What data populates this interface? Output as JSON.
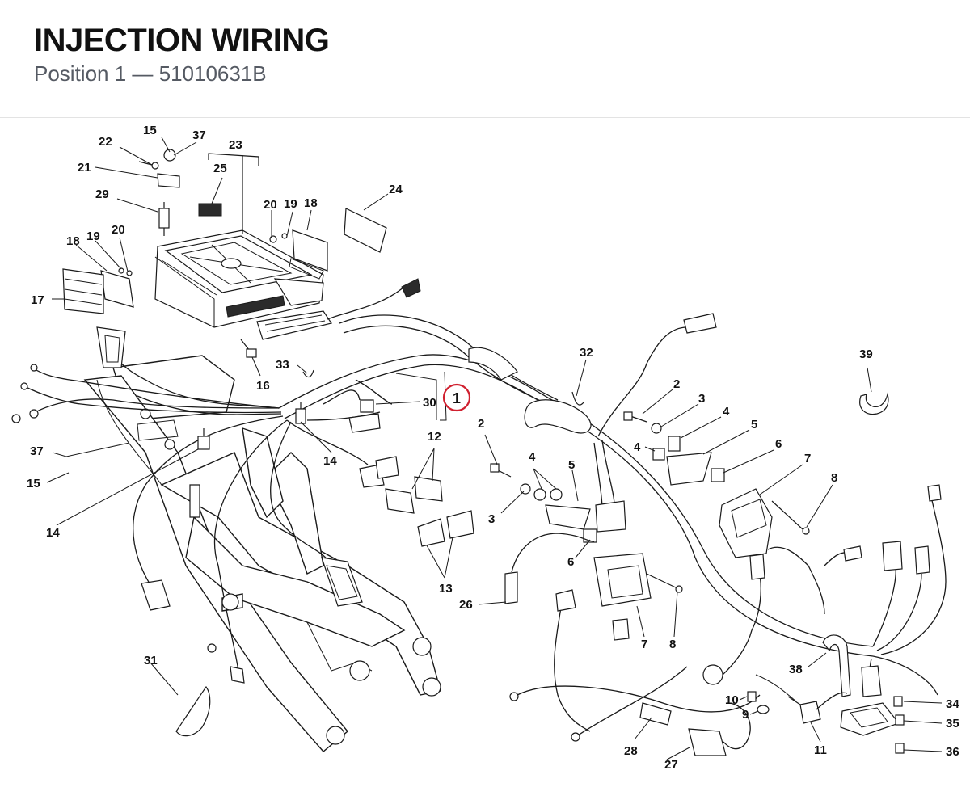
{
  "header": {
    "title": "INJECTION WIRING",
    "subtitle": "Position 1 — 51010631B"
  },
  "diagram": {
    "highlight_color": "#d0202f",
    "highlight_label": "1",
    "labels": {
      "l22": "22",
      "l15a": "15",
      "l37a": "37",
      "l23": "23",
      "l21": "21",
      "l25": "25",
      "l29": "29",
      "l20a": "20",
      "l19a": "19",
      "l18a": "18",
      "l24": "24",
      "l18b": "18",
      "l19b": "19",
      "l20b": "20",
      "l17": "17",
      "l16": "16",
      "l33": "33",
      "l30": "30",
      "l32": "32",
      "l39": "39",
      "l2a": "2",
      "l3a": "3",
      "l4a": "4",
      "l4b": "4",
      "l5a": "5",
      "l6a": "6",
      "l7a": "7",
      "l8a": "8",
      "l37b": "37",
      "l15b": "15",
      "l14a": "14",
      "l14b": "14",
      "l12": "12",
      "l2b": "2",
      "l4c": "4",
      "l5b": "5",
      "l3b": "3",
      "l6b": "6",
      "l13": "13",
      "l26": "26",
      "l7b": "7",
      "l8b": "8",
      "l38": "38",
      "l31": "31",
      "l10": "10",
      "l9": "9",
      "l34": "34",
      "l35": "35",
      "l36": "36",
      "l28": "28",
      "l27": "27",
      "l11": "11"
    }
  }
}
